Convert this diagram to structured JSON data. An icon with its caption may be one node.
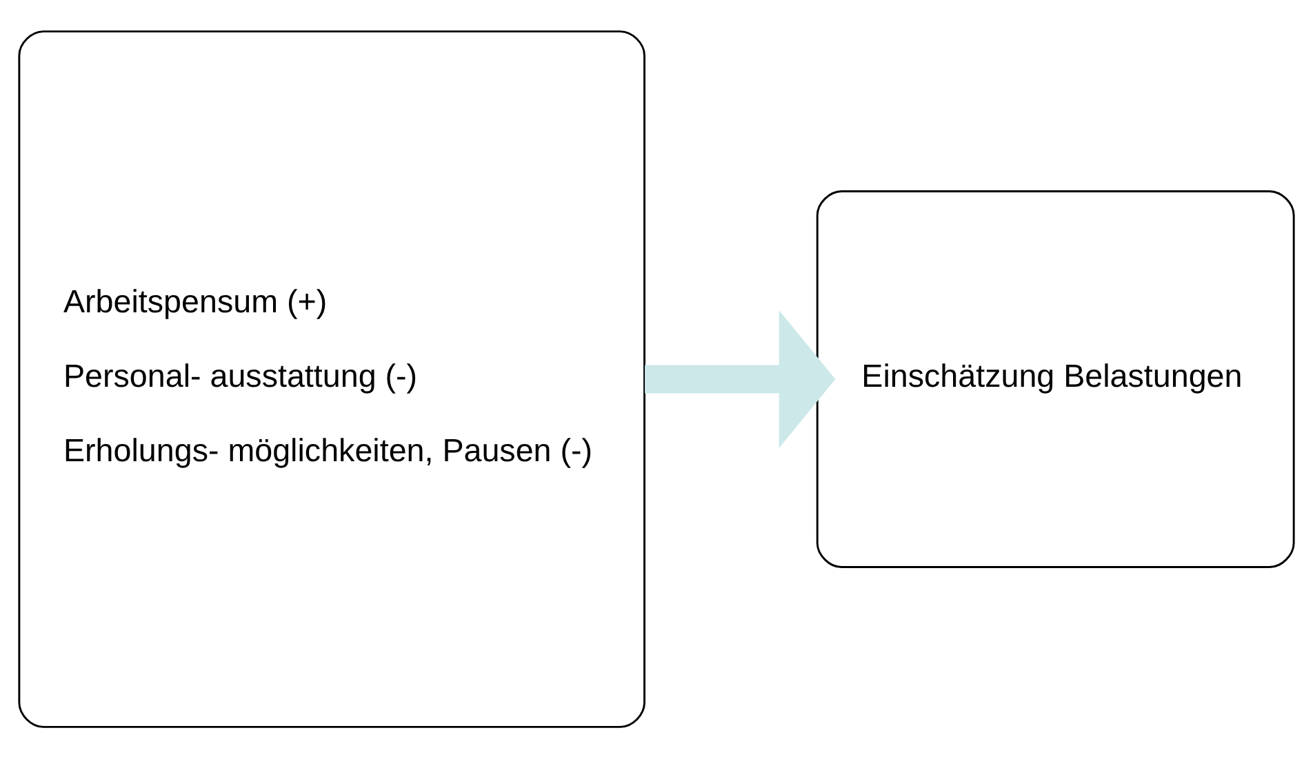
{
  "diagram": {
    "nodes": [
      {
        "text": [
          "Arbeitspensum (+)",
          "Personal- ausstattung (-)",
          "Erholungs- möglichkeiten, Pausen (-)"
        ]
      },
      {
        "text": [
          "Einschätzung Belastungen"
        ]
      }
    ],
    "edges": [
      {
        "from": 0,
        "to": 1,
        "arrow": "to",
        "color": "#cce8e8"
      }
    ]
  }
}
